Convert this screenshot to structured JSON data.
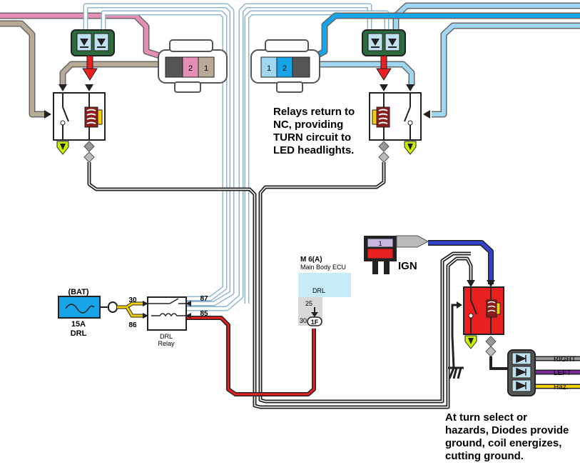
{
  "connectors": {
    "left_plug_pins": [
      "2",
      "1"
    ],
    "right_plug_pins": [
      "1",
      "2"
    ]
  },
  "notes": {
    "relays_return": "Relays return to\nNC, providing\nTURN circuit to\nLED headlights.",
    "diodes": "At turn select or\nhazards, Diodes provide\nground, coil energizes,\ncutting ground."
  },
  "fuse": {
    "header": "(BAT)",
    "rating": "15A",
    "name": "DRL"
  },
  "drl_relay": {
    "name_line1": "DRL",
    "name_line2": "Relay",
    "pins": [
      "30",
      "86",
      "87",
      "85"
    ]
  },
  "ecu": {
    "code": "M 6(A)",
    "name": "Main Body ECU",
    "block_label": "DRL",
    "pin_top": "25",
    "pin_left": "30",
    "terminal": "1F"
  },
  "ign": {
    "pin": "1",
    "label": "IGN"
  },
  "diode_pack": {
    "labels": [
      "RIGHT",
      "LEFT",
      "Haz."
    ],
    "colors": [
      "#9a9a9a",
      "#7a2a9a",
      "#f5d000"
    ]
  },
  "colors": {
    "pink": "#e58fb8",
    "tan": "#b8aa96",
    "light_blue": "#9fd6f2",
    "blue": "#17a4e8",
    "dark_blue": "#3344cc",
    "red": "#e82020",
    "dark_green": "#2d6b3c",
    "yellow": "#f5d000"
  }
}
